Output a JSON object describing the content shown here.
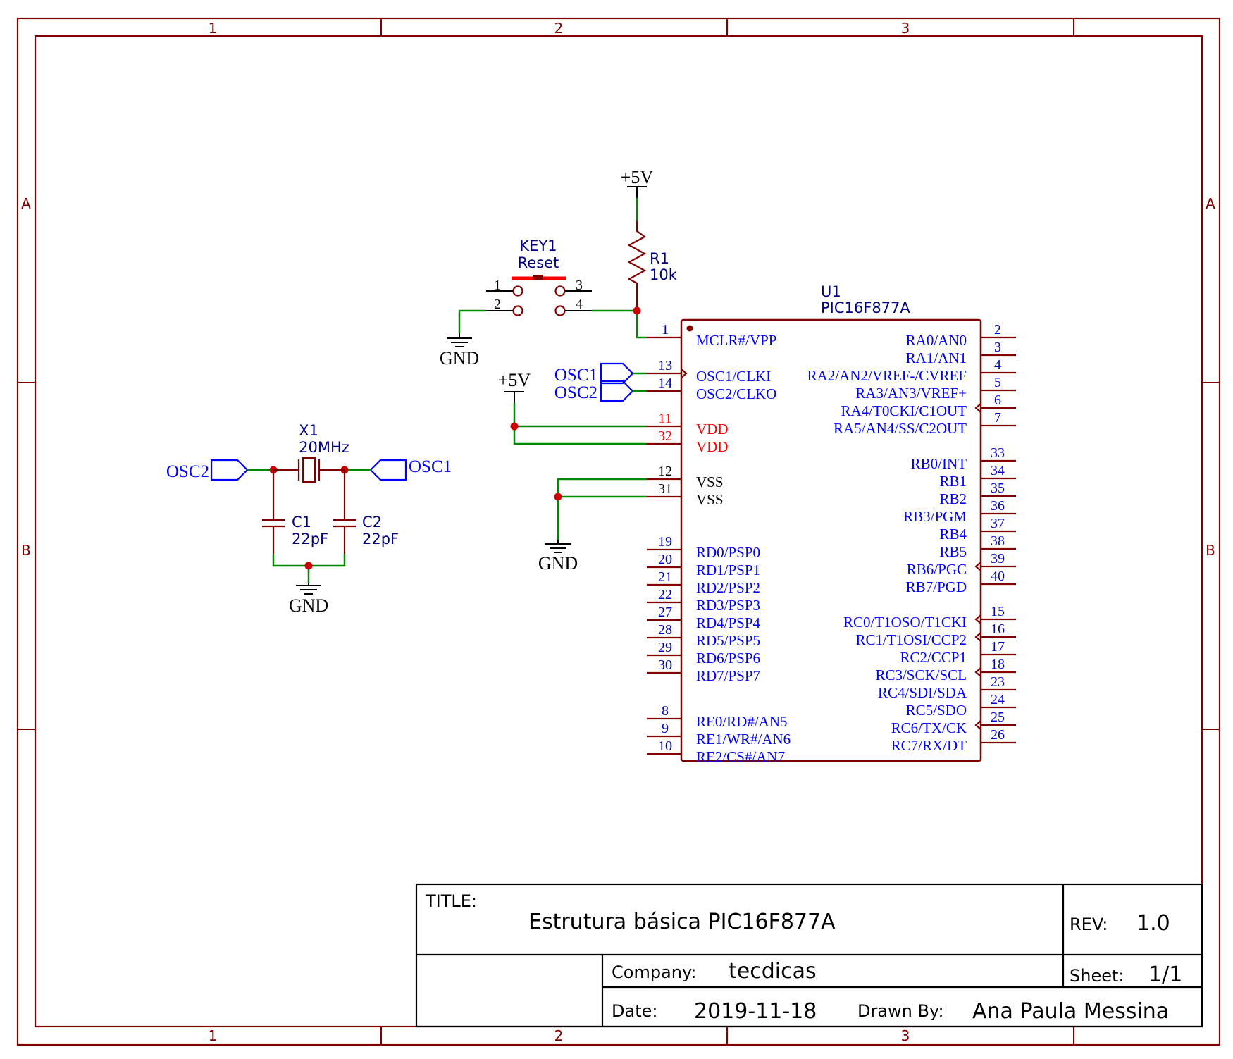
{
  "frame": {
    "columns": [
      "1",
      "2",
      "3"
    ],
    "rows": [
      "A",
      "B"
    ]
  },
  "title_block": {
    "title_key": "TITLE:",
    "title": "Estrutura básica PIC16F877A",
    "rev_key": "REV:",
    "rev": "1.0",
    "company_key": "Company:",
    "company": "tecdicas",
    "sheet_key": "Sheet:",
    "sheet": "1/1",
    "date_key": "Date:",
    "date": "2019-11-18",
    "drawn_key": "Drawn By:",
    "drawn_by": "Ana Paula Messina"
  },
  "power": {
    "vcc_r1": "+5V",
    "vcc_vdd": "+5V",
    "gnd_key": "GND",
    "gnd_vss": "GND",
    "gnd_caps": "GND"
  },
  "net_labels": {
    "osc1_u1": "OSC1",
    "osc2_u1": "OSC2",
    "osc2_xtal": "OSC2",
    "osc1_xtal": "OSC1"
  },
  "components": {
    "key1": {
      "ref": "KEY1",
      "value": "Reset",
      "pins": [
        "1",
        "2",
        "3",
        "4"
      ]
    },
    "r1": {
      "ref": "R1",
      "value": "10k"
    },
    "x1": {
      "ref": "X1",
      "value": "20MHz"
    },
    "c1": {
      "ref": "C1",
      "value": "22pF"
    },
    "c2": {
      "ref": "C2",
      "value": "22pF"
    },
    "u1": {
      "ref": "U1",
      "value": "PIC16F877A"
    }
  },
  "u1_left_pins": [
    {
      "num": "1",
      "name": "MCLR#/VPP"
    },
    {
      "num": "13",
      "name": "OSC1/CLKI"
    },
    {
      "num": "14",
      "name": "OSC2/CLKO"
    },
    {
      "num": "11",
      "name": "VDD"
    },
    {
      "num": "32",
      "name": "VDD"
    },
    {
      "num": "12",
      "name": "VSS"
    },
    {
      "num": "31",
      "name": "VSS"
    },
    {
      "num": "19",
      "name": "RD0/PSP0"
    },
    {
      "num": "20",
      "name": "RD1/PSP1"
    },
    {
      "num": "21",
      "name": "RD2/PSP2"
    },
    {
      "num": "22",
      "name": "RD3/PSP3"
    },
    {
      "num": "27",
      "name": "RD4/PSP4"
    },
    {
      "num": "28",
      "name": "RD5/PSP5"
    },
    {
      "num": "29",
      "name": "RD6/PSP6"
    },
    {
      "num": "30",
      "name": "RD7/PSP7"
    },
    {
      "num": "8",
      "name": "RE0/RD#/AN5"
    },
    {
      "num": "9",
      "name": "RE1/WR#/AN6"
    },
    {
      "num": "10",
      "name": "RE2/CS#/AN7"
    }
  ],
  "u1_right_pins": [
    {
      "num": "2",
      "name": "RA0/AN0"
    },
    {
      "num": "3",
      "name": "RA1/AN1"
    },
    {
      "num": "4",
      "name": "RA2/AN2/VREF-/CVREF"
    },
    {
      "num": "5",
      "name": "RA3/AN3/VREF+"
    },
    {
      "num": "6",
      "name": "RA4/T0CKI/C1OUT"
    },
    {
      "num": "7",
      "name": "RA5/AN4/SS/C2OUT"
    },
    {
      "num": "33",
      "name": "RB0/INT"
    },
    {
      "num": "34",
      "name": "RB1"
    },
    {
      "num": "35",
      "name": "RB2"
    },
    {
      "num": "36",
      "name": "RB3/PGM"
    },
    {
      "num": "37",
      "name": "RB4"
    },
    {
      "num": "38",
      "name": "RB5"
    },
    {
      "num": "39",
      "name": "RB6/PGC"
    },
    {
      "num": "40",
      "name": "RB7/PGD"
    },
    {
      "num": "15",
      "name": "RC0/T1OSO/T1CKI"
    },
    {
      "num": "16",
      "name": "RC1/T1OSI/CCP2"
    },
    {
      "num": "17",
      "name": "RC2/CCP1"
    },
    {
      "num": "18",
      "name": "RC3/SCK/SCL"
    },
    {
      "num": "23",
      "name": "RC4/SDI/SDA"
    },
    {
      "num": "24",
      "name": "RC5/SDO"
    },
    {
      "num": "25",
      "name": "RC6/TX/CK"
    },
    {
      "num": "26",
      "name": "RC7/RX/DT"
    }
  ]
}
